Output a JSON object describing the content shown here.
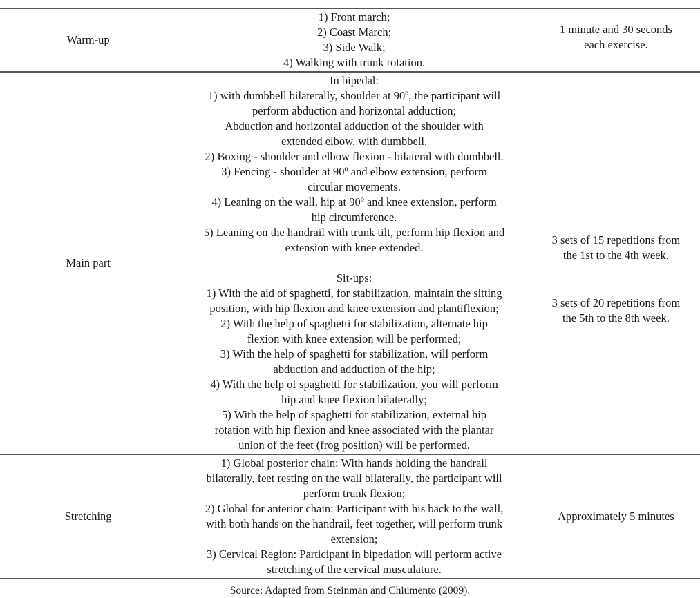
{
  "table": {
    "rows": [
      {
        "phase": "Warm-up",
        "description_lines": [
          "1) Front march;",
          "2) Coast March;",
          "3) Side Walk;",
          "4) Walking with trunk rotation."
        ],
        "dosage_blocks": [
          [
            "1 minute and 30 seconds",
            "each exercise."
          ]
        ]
      },
      {
        "phase": "Main part",
        "description_lines": [
          "In bipedal:",
          "1) with dumbbell bilaterally, shoulder at 90º, the participant will",
          "perform abduction and horizontal adduction;",
          "Abduction and horizontal adduction of the shoulder with",
          "extended elbow, with dumbbell.",
          "2) Boxing - shoulder and elbow flexion - bilateral with dumbbell.",
          "3) Fencing - shoulder at 90º and elbow extension, perform",
          "circular movements.",
          "4) Leaning on the wall, hip at 90º and knee extension, perform",
          "hip circumference.",
          "5) Leaning on the handrail with trunk tilt, perform hip flexion and",
          "extension with knee extended.",
          "",
          "Sit-ups:",
          "1) With the aid of spaghetti, for stabilization, maintain the sitting",
          "position, with hip flexion and knee extension and plantiflexion;",
          "2) With the help of spaghetti for stabilization, alternate hip",
          "flexion with knee extension will be performed;",
          "3) With the help of spaghetti for stabilization, will perform",
          "abduction and adduction of the hip;",
          "4) With the help of spaghetti for stabilization, you will perform",
          "hip and knee flexion bilaterally;",
          "5) With the help of spaghetti for stabilization, external hip",
          "rotation with hip flexion and knee associated with the plantar",
          "union of the feet (frog position) will be performed."
        ],
        "dosage_blocks": [
          [
            "3 sets of 15 repetitions from",
            "the 1st to the 4th week."
          ],
          [
            "3 sets of 20 repetitions from",
            "the 5th to the 8th week."
          ]
        ]
      },
      {
        "phase": "Stretching",
        "description_lines": [
          "1) Global posterior chain: With hands holding the handrail",
          "bilaterally, feet resting on the wall bilaterally, the participant will",
          "perform trunk flexion;",
          "2) Global for anterior chain: Participant with his back to the wall,",
          "with both hands on the handrail, feet together, will perform trunk",
          "extension;",
          "3) Cervical Region: Participant in bipedation will perform active",
          "stretching of the cervical musculature."
        ],
        "dosage_blocks": [
          [
            "Approximately 5 minutes"
          ]
        ]
      }
    ]
  },
  "source": "Source: Adapted from Steinman and Chiumento (2009).",
  "colors": {
    "rule": "#555555",
    "text": "#1c1c1c",
    "background": "#ffffff"
  }
}
